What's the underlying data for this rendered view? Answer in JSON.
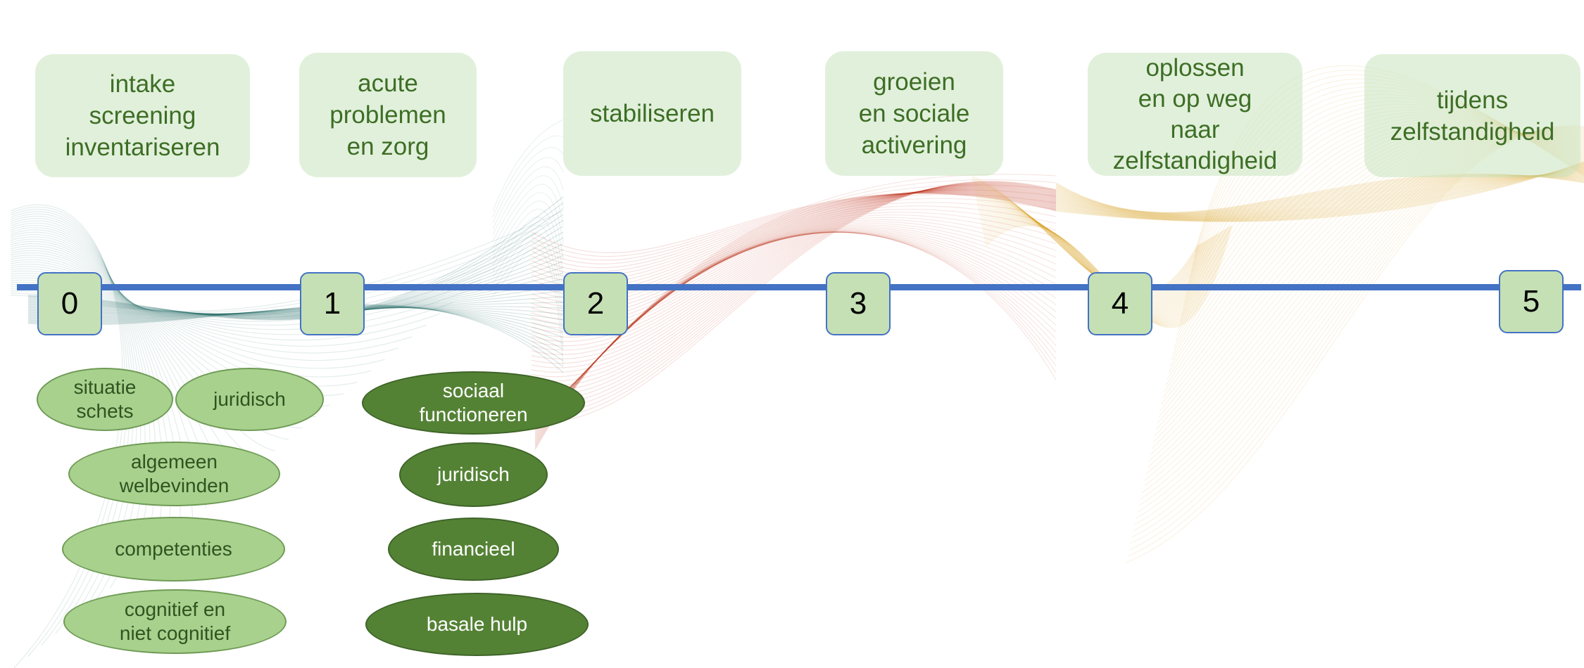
{
  "phases": [
    "intake\nscreening\ninventariseren",
    "acute\nproblemen\nen zorg",
    "stabiliseren",
    "groeien\nen sociale\nactivering",
    "oplossen\nen op weg\nnaar\nzelfstandigheid",
    "tijdens\nzelfstandigheid"
  ],
  "markers": [
    "0",
    "1",
    "2",
    "3",
    "4",
    "5"
  ],
  "phase0_topics": [
    "situatie\nschets",
    "juridisch",
    "algemeen\nwelbevinden",
    "competenties",
    "cognitief en\nniet cognitief"
  ],
  "phase1_topics": [
    "sociaal\nfunctioneren",
    "juridisch",
    "financieel",
    "basale hulp"
  ],
  "colors": {
    "timeline": "#4472c4",
    "teal_wave": "#1f6b66",
    "red_wave": "#c0391f",
    "gold_wave": "#d9a020",
    "box_fill": "#e2f0d9",
    "light_oval": "#a9d18e",
    "dark_oval": "#548235"
  }
}
